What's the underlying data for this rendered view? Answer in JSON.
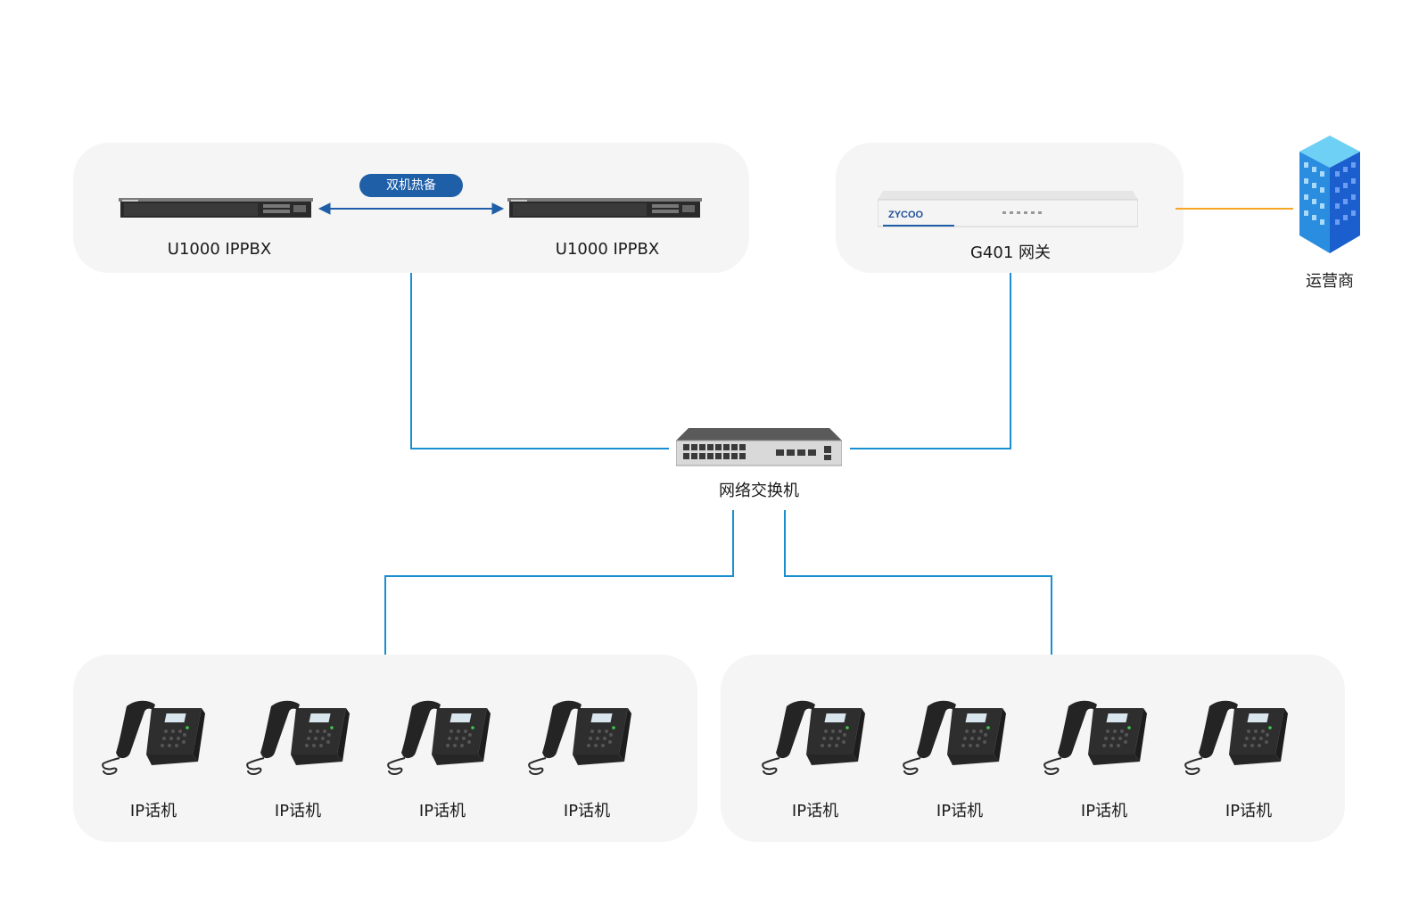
{
  "servers": {
    "left_label": "U1000 IPPBX",
    "right_label": "U1000 IPPBX",
    "ha_badge": "双机热备"
  },
  "gateway": {
    "label": "G401 网关",
    "brand": "ZYCOO"
  },
  "carrier": {
    "label": "运营商"
  },
  "switch": {
    "label": "网络交换机"
  },
  "phones": {
    "left_group": [
      "IP话机",
      "IP话机",
      "IP话机",
      "IP话机"
    ],
    "right_group": [
      "IP话机",
      "IP话机",
      "IP话机",
      "IP话机"
    ]
  },
  "colors": {
    "link_blue": "#1a8fd0",
    "carrier_link": "#f5a623",
    "badge_blue": "#1f5fa8",
    "panel_bg": "#f5f5f5"
  }
}
